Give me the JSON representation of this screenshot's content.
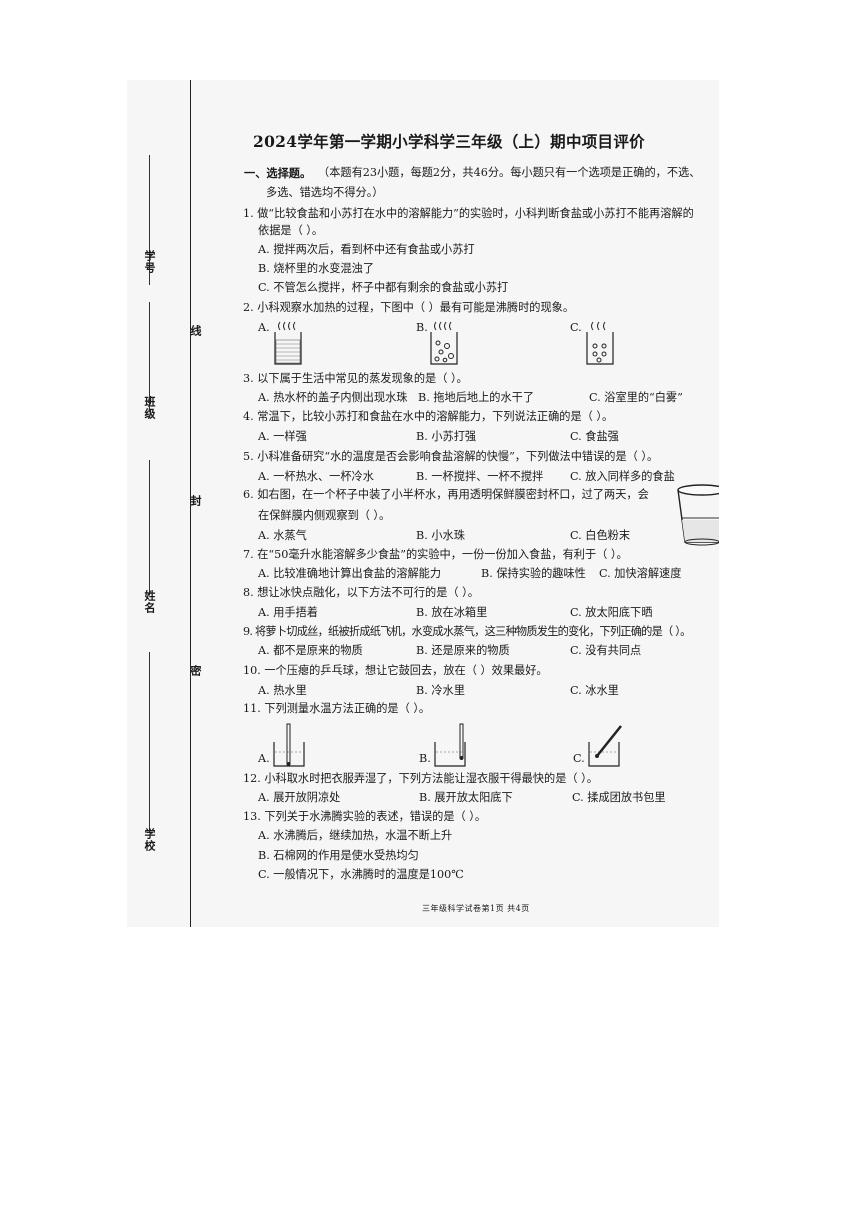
{
  "side": {
    "label_xuehao": "学号",
    "label_banji": "班级",
    "label_xingming": "姓名",
    "label_xuexiao": "学校",
    "seal_xian": "线",
    "seal_feng": "封",
    "seal_mi": "密"
  },
  "title": "2024学年第一学期小学科学三年级（上）期中项目评价",
  "section": {
    "heading": "一、选择题。",
    "instructions_1": "（本题有23小题，每题2分，共46分。每小题只有一个选项是正确的，不选、",
    "instructions_2": "多选、错选均不得分。）"
  },
  "questions": [
    {
      "stem": "1.  做“比较食盐和小苏打在水中的溶解能力”的实验时，小科判断食盐或小苏打不能再溶解的",
      "stem2": "依据是（        ）。",
      "a": "A. 搅拌两次后，看到杯中还有食盐或小苏打",
      "b": "B. 烧杯里的水变混浊了",
      "c": "C. 不管怎么搅拌，杯子中都有剩余的食盐或小苏打"
    },
    {
      "stem": "2.  小科观察水加热的过程，下图中（        ）最有可能是沸腾时的现象。",
      "a": "A.",
      "b": "B.",
      "c": "C."
    },
    {
      "stem": "3.  以下属于生活中常见的蒸发现象的是（        ）。",
      "a": "A. 热水杯的盖子内侧出现水珠",
      "b": "B. 拖地后地上的水干了",
      "c": "C. 浴室里的“白雾”"
    },
    {
      "stem": "4.  常温下，比较小苏打和食盐在水中的溶解能力，下列说法正确的是（        ）。",
      "a": "A. 一样强",
      "b": "B. 小苏打强",
      "c": "C. 食盐强"
    },
    {
      "stem": "5.  小科准备研究“水的温度是否会影响食盐溶解的快慢”，下列做法中错误的是（        ）。",
      "a": "A. 一杯热水、一杯冷水",
      "b": "B. 一杯搅拌、一杯不搅拌",
      "c": "C. 放入同样多的食盐"
    },
    {
      "stem": "6.  如右图，在一个杯子中装了小半杯水，再用透明保鲜膜密封杯口，过了两天，会",
      "stem2": "在保鲜膜内侧观察到（        ）。",
      "a": "A. 水蒸气",
      "b": "B. 小水珠",
      "c": "C. 白色粉末"
    },
    {
      "stem": "7.  在“50毫升水能溶解多少食盐”的实验中，一份一份加入食盐，有利于（        ）。",
      "a": "A. 比较准确地计算出食盐的溶解能力",
      "b": "B. 保持实验的趣味性",
      "c": "C. 加快溶解速度"
    },
    {
      "stem": "8.  想让冰快点融化，以下方法不可行的是（        ）。",
      "a": "A. 用手捂着",
      "b": "B. 放在冰箱里",
      "c": "C. 放太阳底下晒"
    },
    {
      "stem": "9.  将萝卜切成丝，纸被折成纸飞机，水变成水蒸气，这三种物质发生的变化，下列正确的是（        ）。",
      "a": "A. 都不是原来的物质",
      "b": "B. 还是原来的物质",
      "c": "C. 没有共同点"
    },
    {
      "stem": "10. 一个压瘪的乒乓球，想让它鼓回去，放在（        ）效果最好。",
      "a": "A. 热水里",
      "b": "B. 冷水里",
      "c": "C. 冰水里"
    },
    {
      "stem": "11. 下列测量水温方法正确的是（        ）。",
      "a": "A.",
      "b": "B.",
      "c": "C."
    },
    {
      "stem": "12. 小科取水时把衣服弄湿了，下列方法能让湿衣服干得最快的是（        ）。",
      "a": "A. 展开放阴凉处",
      "b": "B. 展开放太阳底下",
      "c": "C. 揉成团放书包里"
    },
    {
      "stem": "13. 下列关于水沸腾实验的表述，错误的是（        ）。",
      "a": "A. 水沸腾后，继续加热，水温不断上升",
      "b": "B. 石棉网的作用是使水受热均匀",
      "c": "C. 一般情况下，水沸腾时的温度是100℃"
    }
  ],
  "footer": "三年级科学试卷第1页  共4页"
}
